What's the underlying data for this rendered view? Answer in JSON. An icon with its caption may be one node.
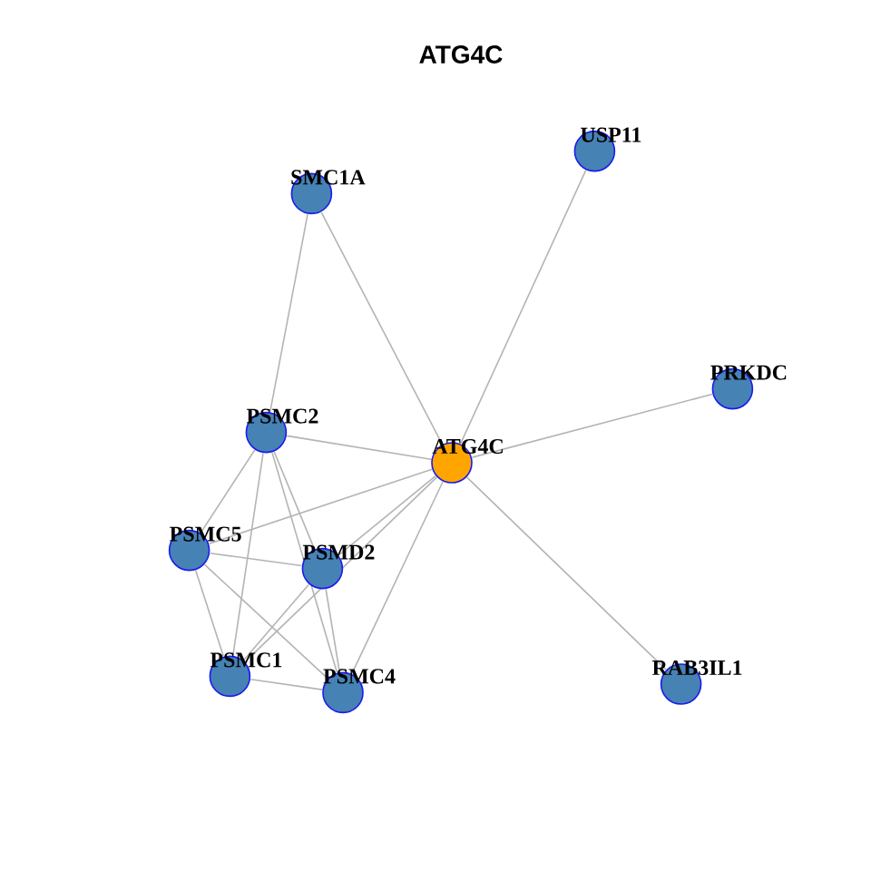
{
  "diagram": {
    "title": "ATG4C",
    "nodes": [
      {
        "text": [
          "USP11"
        ]
      },
      {
        "text": [
          "SMC1A"
        ]
      },
      {
        "text": [
          "PRKDC"
        ]
      },
      {
        "text": [
          "PSMC2"
        ]
      },
      {
        "text": [
          "ATG4C"
        ]
      },
      {
        "text": [
          "PSMC5"
        ]
      },
      {
        "text": [
          "PSMD2"
        ]
      },
      {
        "text": [
          "PSMC1"
        ]
      },
      {
        "text": [
          "PSMC4"
        ]
      },
      {
        "text": [
          "RAB3IL1"
        ]
      }
    ],
    "edges": [
      {
        "from": 1,
        "to": 3,
        "arrow": "none"
      },
      {
        "from": 1,
        "to": 4,
        "arrow": "none"
      },
      {
        "from": 0,
        "to": 4,
        "arrow": "none"
      },
      {
        "from": 2,
        "to": 4,
        "arrow": "none"
      },
      {
        "from": 9,
        "to": 4,
        "arrow": "none"
      },
      {
        "from": 3,
        "to": 4,
        "arrow": "none"
      },
      {
        "from": 5,
        "to": 4,
        "arrow": "none"
      },
      {
        "from": 6,
        "to": 4,
        "arrow": "none"
      },
      {
        "from": 7,
        "to": 4,
        "arrow": "none"
      },
      {
        "from": 8,
        "to": 4,
        "arrow": "none"
      },
      {
        "from": 3,
        "to": 5,
        "arrow": "none"
      },
      {
        "from": 3,
        "to": 6,
        "arrow": "none"
      },
      {
        "from": 3,
        "to": 7,
        "arrow": "none"
      },
      {
        "from": 3,
        "to": 8,
        "arrow": "none"
      },
      {
        "from": 5,
        "to": 6,
        "arrow": "none"
      },
      {
        "from": 5,
        "to": 7,
        "arrow": "none"
      },
      {
        "from": 5,
        "to": 8,
        "arrow": "none"
      },
      {
        "from": 6,
        "to": 7,
        "arrow": "none"
      },
      {
        "from": 6,
        "to": 8,
        "arrow": "none"
      },
      {
        "from": 7,
        "to": 8,
        "arrow": "none"
      }
    ]
  }
}
